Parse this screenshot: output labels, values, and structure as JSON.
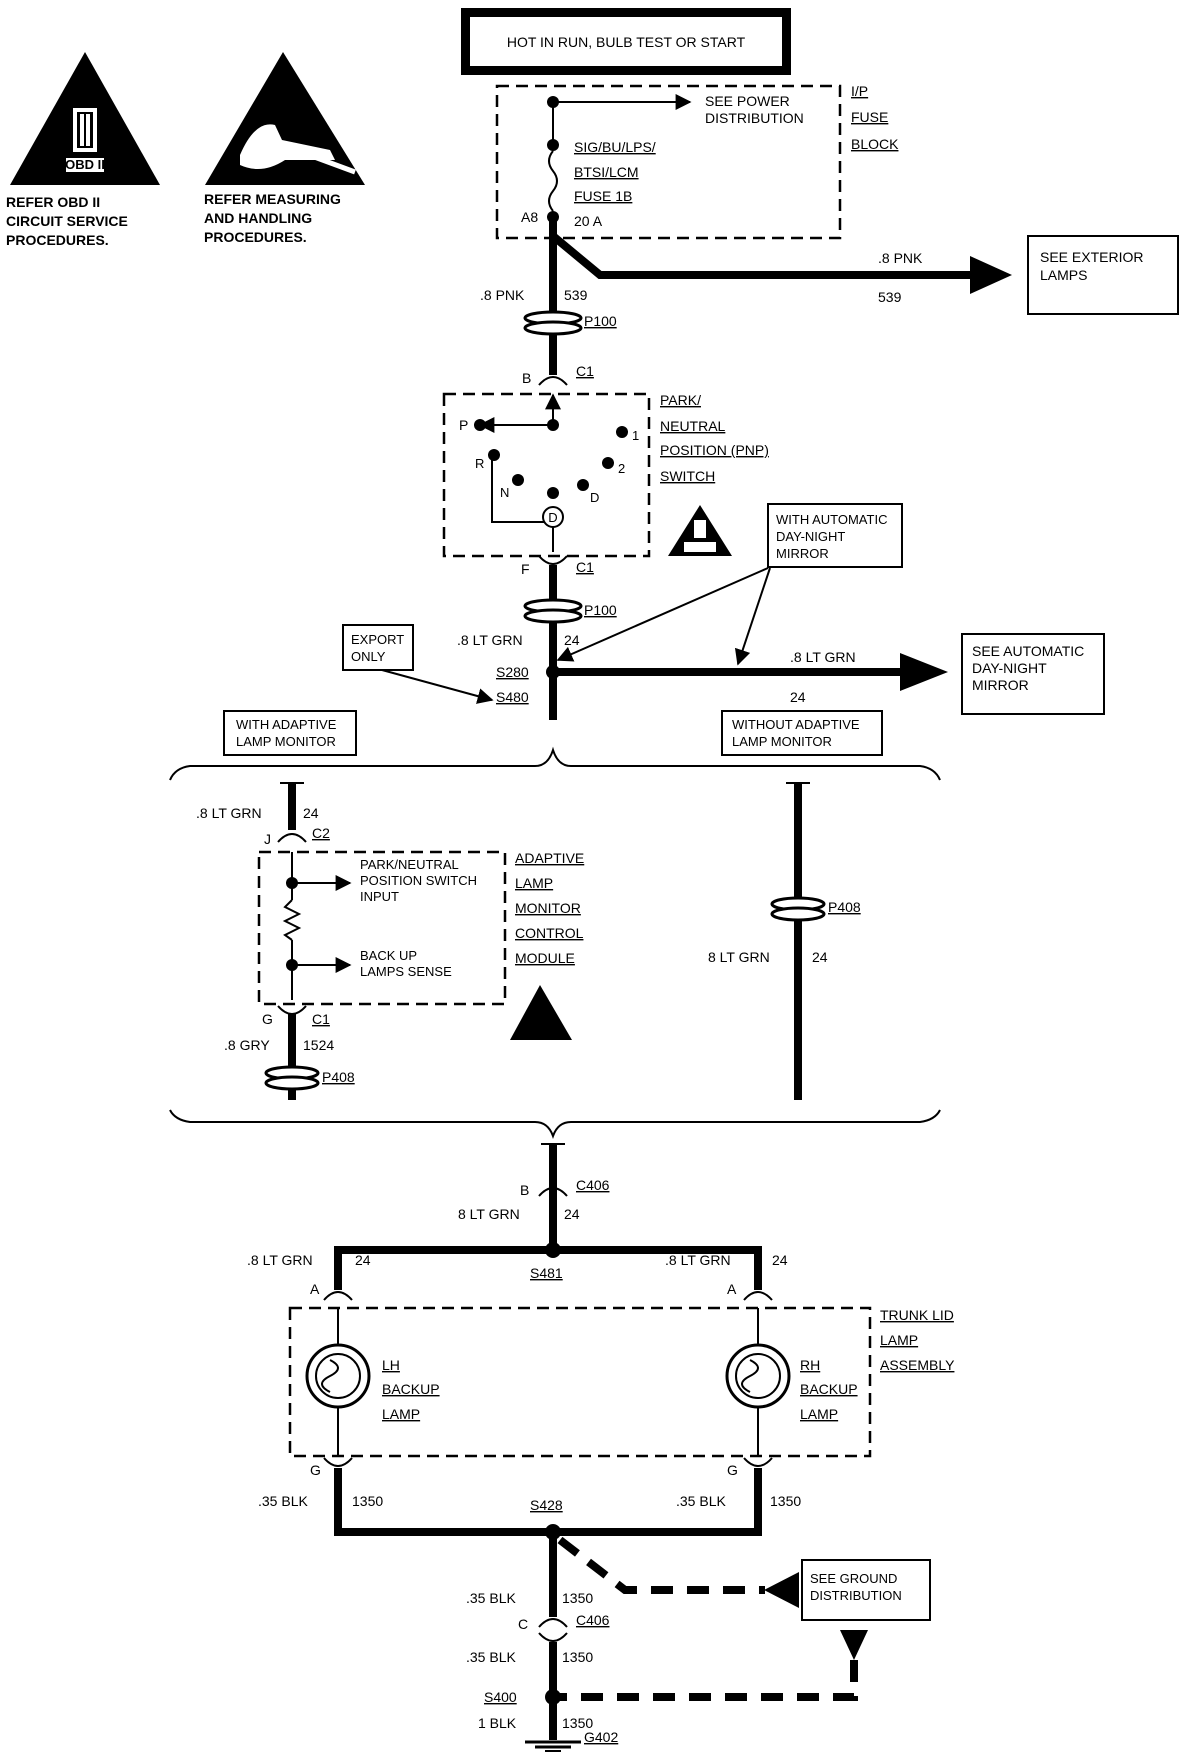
{
  "legend": {
    "obd_label": "OBD II",
    "obd_text": [
      "REFER OBD II",
      "CIRCUIT SERVICE",
      "PROCEDURES."
    ],
    "esd_text": [
      "REFER MEASURING",
      "AND HANDLING",
      "PROCEDURES."
    ]
  },
  "header": {
    "title": "HOT IN RUN, BULB TEST OR START"
  },
  "fuse_block": {
    "name_lines": [
      "I/P",
      "FUSE",
      "BLOCK"
    ],
    "see_power": [
      "SEE POWER",
      "DISTRIBUTION"
    ],
    "fuse_lines": [
      "SIG/BU/LPS/",
      "BTSI/LCM",
      "FUSE 1B",
      "20 A"
    ],
    "pin": "A8"
  },
  "exterior": {
    "wire_color": ".8 PNK",
    "circuit": "539",
    "box_lines": [
      "SEE EXTERIOR",
      "LAMPS"
    ]
  },
  "main_wire_pnk": {
    "color": ".8 PNK",
    "circuit": "539"
  },
  "connectors": {
    "p100": "P100",
    "c1": "C1",
    "c2": "C2",
    "c406": "C406",
    "p408": "P408",
    "pin_b": "B",
    "pin_f": "F",
    "pin_j": "J",
    "pin_g": "G",
    "pin_a": "A",
    "pin_c": "C"
  },
  "pnp_switch": {
    "name_lines": [
      "PARK/",
      "NEUTRAL",
      "POSITION (PNP)",
      "SWITCH"
    ],
    "positions": [
      "P",
      "R",
      "N",
      "D",
      "2",
      "1"
    ],
    "center": "D"
  },
  "mirror_note": [
    "WITH AUTOMATIC",
    "DAY-NIGHT",
    "MIRROR"
  ],
  "export_note": [
    "EXPORT",
    "ONLY"
  ],
  "splice_s280": "S280",
  "splice_s480": "S480",
  "ltgrn_wire": {
    "color": ".8 LT GRN",
    "circuit": "24"
  },
  "mirror_box": [
    "SEE AUTOMATIC",
    "DAY-NIGHT",
    "MIRROR"
  ],
  "option_with": [
    "WITH ADAPTIVE",
    "LAMP MONITOR"
  ],
  "option_without": [
    "WITHOUT ADAPTIVE",
    "LAMP MONITOR"
  ],
  "alm_module": {
    "name_lines": [
      "ADAPTIVE",
      "LAMP",
      "MONITOR",
      "CONTROL",
      "MODULE"
    ],
    "input_lines": [
      "PARK/NEUTRAL",
      "POSITION SWITCH",
      "INPUT"
    ],
    "sense_lines": [
      "BACK UP",
      "LAMPS SENSE"
    ]
  },
  "gry_wire": {
    "color": ".8 GRY",
    "circuit": "1524"
  },
  "without_wire": {
    "color": "8 LT GRN",
    "circuit": "24"
  },
  "c406_wire": {
    "color": "8 LT GRN",
    "circuit": "24"
  },
  "splice_s481": "S481",
  "trunk": {
    "name_lines": [
      "TRUNK LID",
      "LAMP",
      "ASSEMBLY"
    ],
    "lh_lines": [
      "LH",
      "BACKUP",
      "LAMP"
    ],
    "rh_lines": [
      "RH",
      "BACKUP",
      "LAMP"
    ]
  },
  "blk_wire": {
    "color": ".35 BLK",
    "circuit_left": "1350",
    "circuit_right": "1350"
  },
  "splice_s428": "S428",
  "ground_box": [
    "SEE GROUND",
    "DISTRIBUTION"
  ],
  "lower_blk": {
    "color": ".35 BLK",
    "circuit": "1350"
  },
  "splice_s400": "S400",
  "final_blk": {
    "color": "1 BLK",
    "circuit": "1350"
  },
  "ground_g402": "G402"
}
